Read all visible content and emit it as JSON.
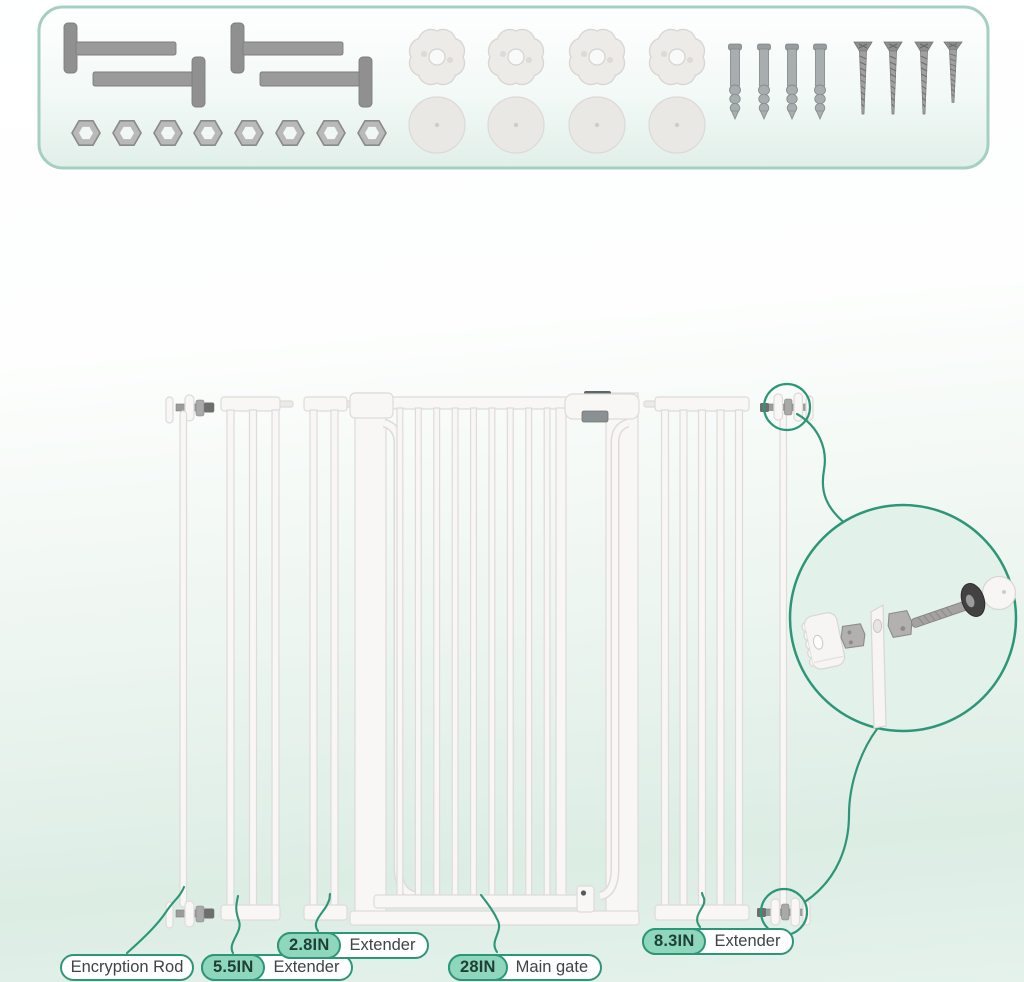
{
  "diagram": {
    "hardware_panel": {
      "parts": [
        {
          "icon": "pressure-bolt-icon",
          "label": "pressure bolt",
          "quantity": 4
        },
        {
          "icon": "hex-nut-icon",
          "label": "hex nut",
          "quantity": 8
        },
        {
          "icon": "spindle-knob-icon",
          "label": "spindle knob",
          "quantity": 4
        },
        {
          "icon": "wall-cup-icon",
          "label": "wall cup disc",
          "quantity": 4
        },
        {
          "icon": "wall-anchor-icon",
          "label": "wall anchor",
          "quantity": 4
        },
        {
          "icon": "screw-icon",
          "label": "screw",
          "quantity": 4
        }
      ]
    },
    "labels": [
      {
        "id": "encryption-rod",
        "size": "",
        "text": "Encryption Rod"
      },
      {
        "id": "extender-5-5in",
        "size": "5.5IN",
        "text": "Extender"
      },
      {
        "id": "extender-2-8in",
        "size": "2.8IN",
        "text": "Extender"
      },
      {
        "id": "main-gate-28in",
        "size": "28IN",
        "text": "Main gate"
      },
      {
        "id": "extender-8-3in",
        "size": "8.3IN",
        "text": "Extender"
      }
    ],
    "colors": {
      "accent_green": "#2e9678",
      "panel_border": "#a6cfc3",
      "size_pill_fill": "#8fd7bc",
      "label_text": "#3e4447",
      "metal_gray": "#9a9a9a",
      "gate_white": "#f8f7f5",
      "callout_fill": "#e2f1ea"
    }
  }
}
